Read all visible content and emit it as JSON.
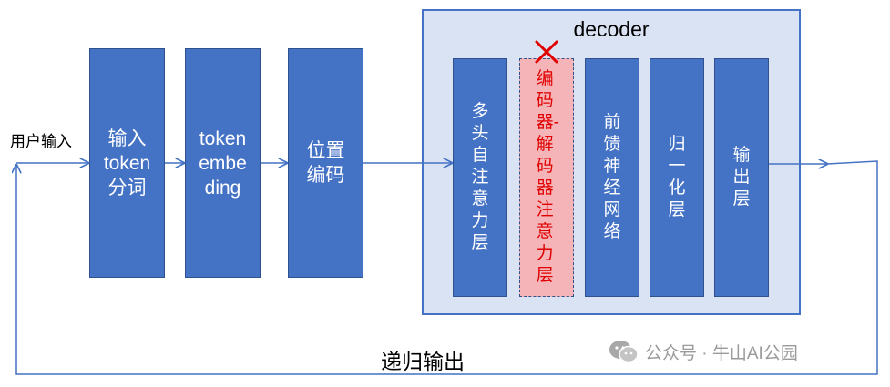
{
  "input_label": "用户输入",
  "blocks": {
    "tokenizer": "输入token分词",
    "embedding": "tokenembeding",
    "positional": "位置编码"
  },
  "decoder": {
    "title": "decoder",
    "layers": {
      "self_attention": "多头自注意力层",
      "cross_attention": "编码器-解码器注意力层",
      "ffn": "前馈神经网络",
      "norm": "归一化层",
      "output": "输出层"
    }
  },
  "loop_label": "递归输出",
  "watermark": "公众号 · 牛山AI公园",
  "colors": {
    "block": "#4472c4",
    "decoder_bg": "#dae3f3",
    "removed_layer": "#f4b4b8",
    "removed_text": "#e00000",
    "cross_mark": "#e00000"
  }
}
